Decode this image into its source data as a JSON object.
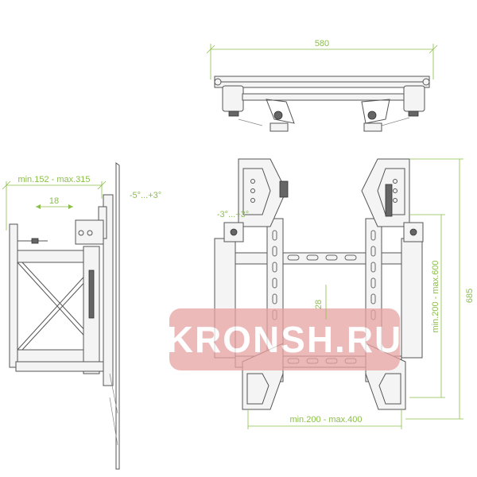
{
  "dimensions": {
    "top_width": "580",
    "depth_range": "min.152 - max.315",
    "lateral_shift": "18",
    "side_tilt": "-5°...+3°",
    "front_tilt": "-3°...+3°",
    "vertical_adjust": "28",
    "vertical_hole_range": "min.200 - max.600",
    "overall_height": "685",
    "horizontal_hole_range": "min.200 - max.400"
  },
  "watermark": {
    "text": "KRONSH.RU",
    "color": "#e8a3a3"
  },
  "colors": {
    "dimension": "#8bbf4a",
    "line": "#555555"
  }
}
